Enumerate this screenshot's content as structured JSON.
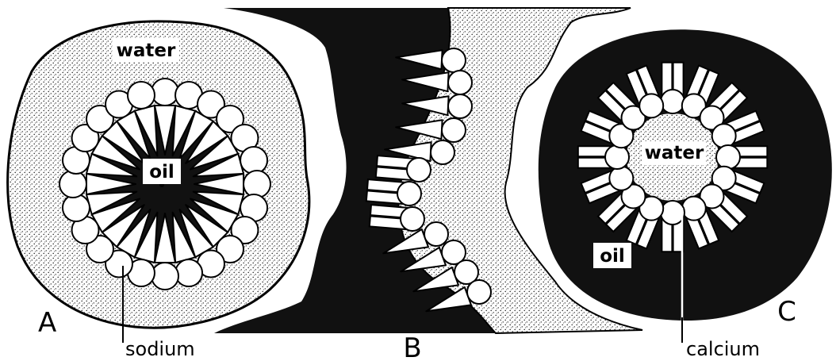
{
  "panels": {
    "a": {
      "letter": "A",
      "label_outer": "water",
      "label_core": "oil",
      "callout": "sodium",
      "molecule_count": 24
    },
    "b": {
      "letter": "B"
    },
    "c": {
      "letter": "C",
      "label_outer": "oil",
      "label_core": "water",
      "callout": "calcium",
      "molecule_count": 16
    }
  },
  "colors": {
    "oil": "#111111",
    "water_fill": "#dedede",
    "stroke": "#000000",
    "background": "#ffffff"
  }
}
